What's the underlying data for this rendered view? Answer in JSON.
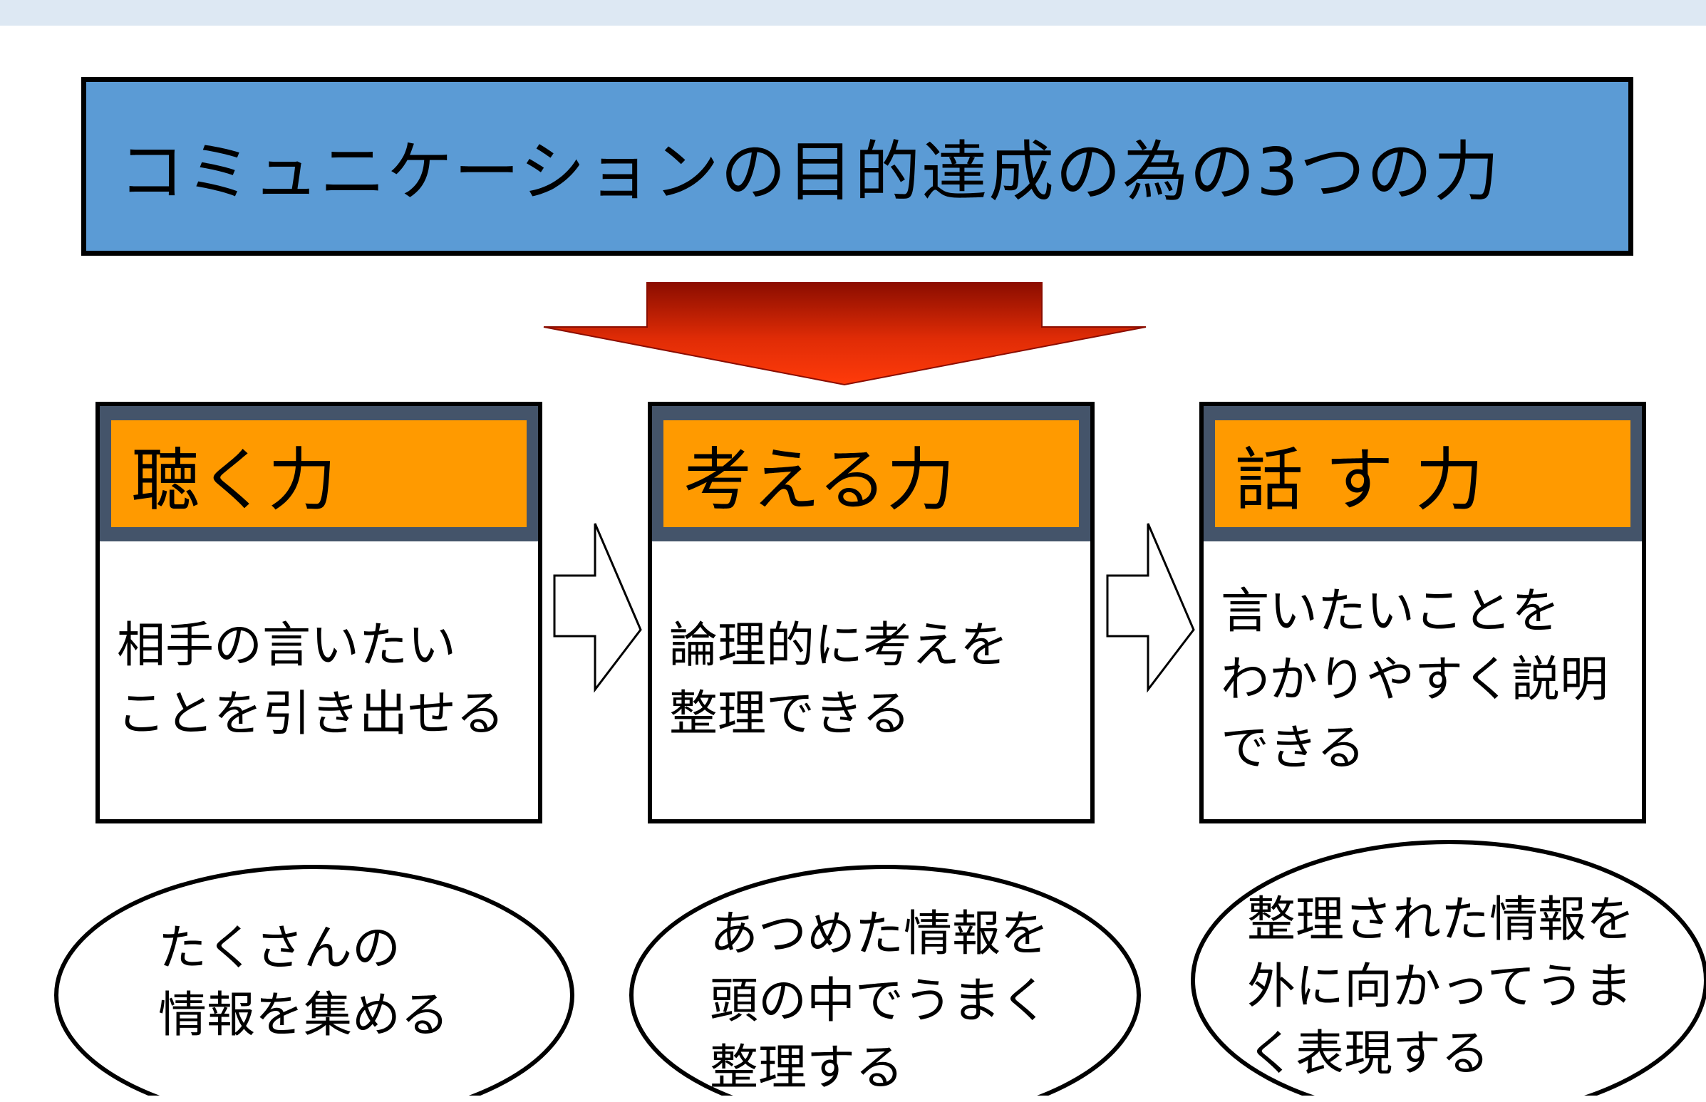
{
  "title": "コミュニケーションの目的達成の為の3つの力",
  "panels": [
    {
      "heading": "聴く力",
      "body": "相手の言いたい\nことを引き出せる"
    },
    {
      "heading": "考える力",
      "body": "論理的に考えを\n整理できる"
    },
    {
      "heading": "話 す 力",
      "body": "言いたいことを\nわかりやすく説明\nできる"
    }
  ],
  "ellipses": [
    {
      "text": "たくさんの\n情報を集める"
    },
    {
      "text": "あつめた情報を\n頭の中でうまく\n整理する"
    },
    {
      "text": "整理された情報を\n外に向かってうま\nく表現する"
    }
  ],
  "colors": {
    "title_bg": "#5b9bd5",
    "heading_bg": "#ff9a00",
    "heading_frame": "#44546a",
    "arrow_dark": "#8b0d00",
    "arrow_bright": "#ff3b0a"
  }
}
